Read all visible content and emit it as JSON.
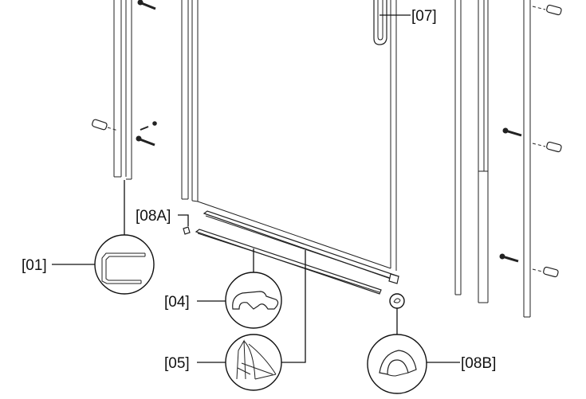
{
  "callouts": [
    {
      "id": "01",
      "text": "[01]"
    },
    {
      "id": "04",
      "text": "[04]"
    },
    {
      "id": "05",
      "text": "[05]"
    },
    {
      "id": "07",
      "text": "[07]"
    },
    {
      "id": "08A",
      "text": "[08A]"
    },
    {
      "id": "08B",
      "text": "[08B]"
    }
  ],
  "icons": {
    "wall_profile": "u-channel-profile-icon",
    "seal_profile": "bottom-seal-profile-icon",
    "sweep_profile": "drip-sweep-profile-icon",
    "end_cap": "end-cap-icon"
  }
}
